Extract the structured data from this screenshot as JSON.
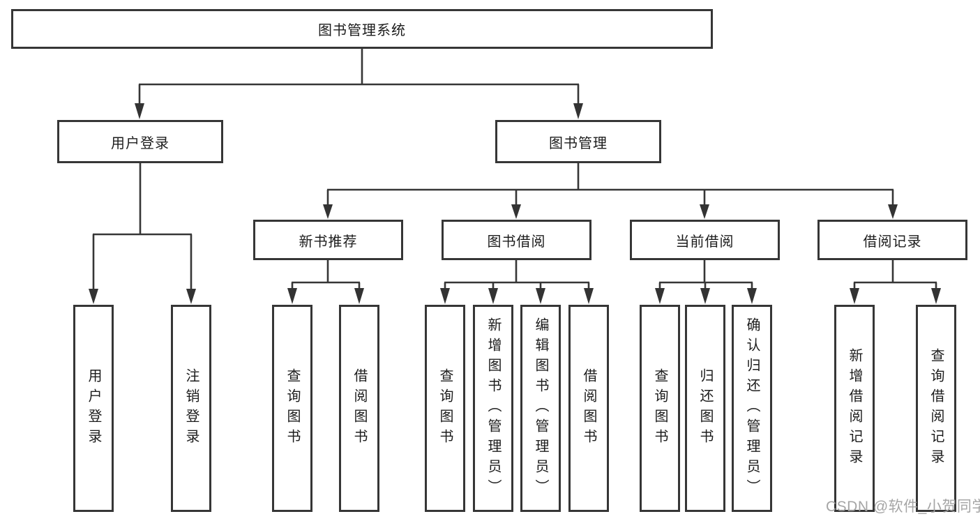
{
  "tree": {
    "label": "图书管理系统",
    "children": [
      {
        "label": "用户登录",
        "children": [
          {
            "label": "用户登录"
          },
          {
            "label": "注销登录"
          }
        ]
      },
      {
        "label": "图书管理",
        "children": [
          {
            "label": "新书推荐",
            "children": [
              {
                "label": "查询图书"
              },
              {
                "label": "借阅图书"
              }
            ]
          },
          {
            "label": "图书借阅",
            "children": [
              {
                "label": "查询图书"
              },
              {
                "label": "新增图书（管理员）"
              },
              {
                "label": "编辑图书（管理员）"
              },
              {
                "label": "借阅图书"
              }
            ]
          },
          {
            "label": "当前借阅",
            "children": [
              {
                "label": "查询图书"
              },
              {
                "label": "归还图书"
              },
              {
                "label": "确认归还（管理员）"
              }
            ]
          },
          {
            "label": "借阅记录",
            "children": [
              {
                "label": "新增借阅记录"
              },
              {
                "label": "查询借阅记录"
              }
            ]
          }
        ]
      }
    ]
  },
  "watermark": "CSDN @软件_小贺同学",
  "colors": {
    "line": "#363636",
    "box_border": "#363636",
    "text": "#1c1c1c",
    "watermark": "#a0a0a0",
    "background": "#ffffff"
  }
}
